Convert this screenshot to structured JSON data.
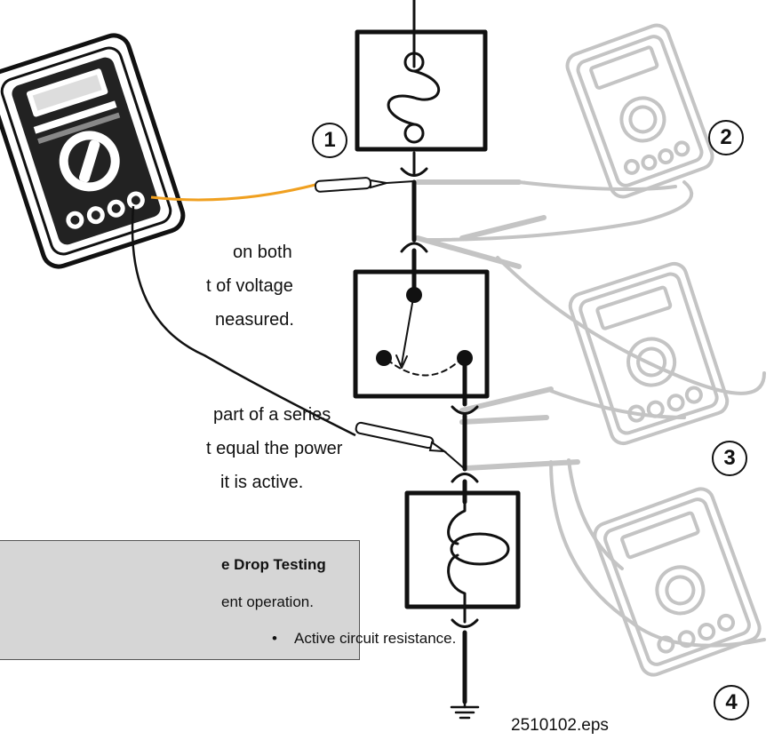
{
  "text": {
    "line1": "on both",
    "line2": "t of voltage",
    "line3": "neasured.",
    "line4": "part of a series",
    "line5": "t equal the power",
    "line6": " it is active."
  },
  "tip_box": {
    "title": "e Drop Testing",
    "line1": "ent operation.",
    "bullet": "•",
    "bullet_text": "Active circuit resistance."
  },
  "badges": [
    "1",
    "2",
    "3",
    "4"
  ],
  "file_label": "2510102.eps",
  "colors": {
    "primary_lead": "#f0a020",
    "ghost": "#c4c4c4",
    "ink": "#111111",
    "tip_box_fill": "#d6d6d6"
  }
}
